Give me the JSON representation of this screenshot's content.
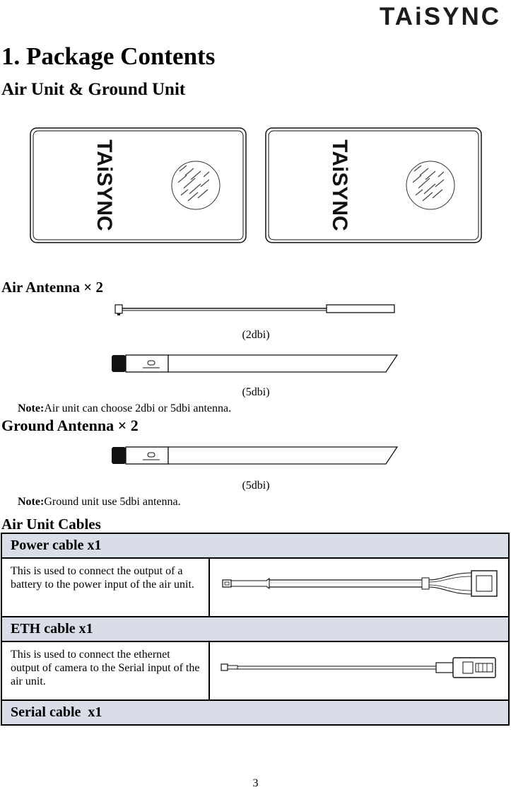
{
  "brand": {
    "logo_text": "TAiSYNC"
  },
  "page": {
    "section_title": "1.  Package Contents",
    "page_number": "3"
  },
  "air_ground_unit": {
    "heading": "Air Unit & Ground Unit",
    "device_logo_text": "TAiSYNC"
  },
  "air_antenna": {
    "heading": "Air Antenna × 2",
    "caption_2dbi": "(2dbi)",
    "caption_5dbi": "(5dbi)",
    "note_label": "Note:",
    "note_text": "Air unit can choose 2dbi or 5dbi antenna."
  },
  "ground_antenna": {
    "heading": "Ground Antenna × 2",
    "caption_5dbi": "(5dbi)",
    "note_label": "Note:",
    "note_text": "Ground unit use 5dbi antenna."
  },
  "air_unit_cables": {
    "heading": "Air Unit Cables",
    "rows": [
      {
        "title": "Power cable x1",
        "description": "This is used to connect the output of a battery to the power input of the air unit."
      },
      {
        "title": "ETH cable x1",
        "description": "This is used to connect the ethernet output of camera to the Serial input of the air unit."
      },
      {
        "title": "Serial cable  x1"
      }
    ]
  },
  "colors": {
    "table_header_bg": "#d8dde8",
    "logo": "#1c1c1c"
  }
}
